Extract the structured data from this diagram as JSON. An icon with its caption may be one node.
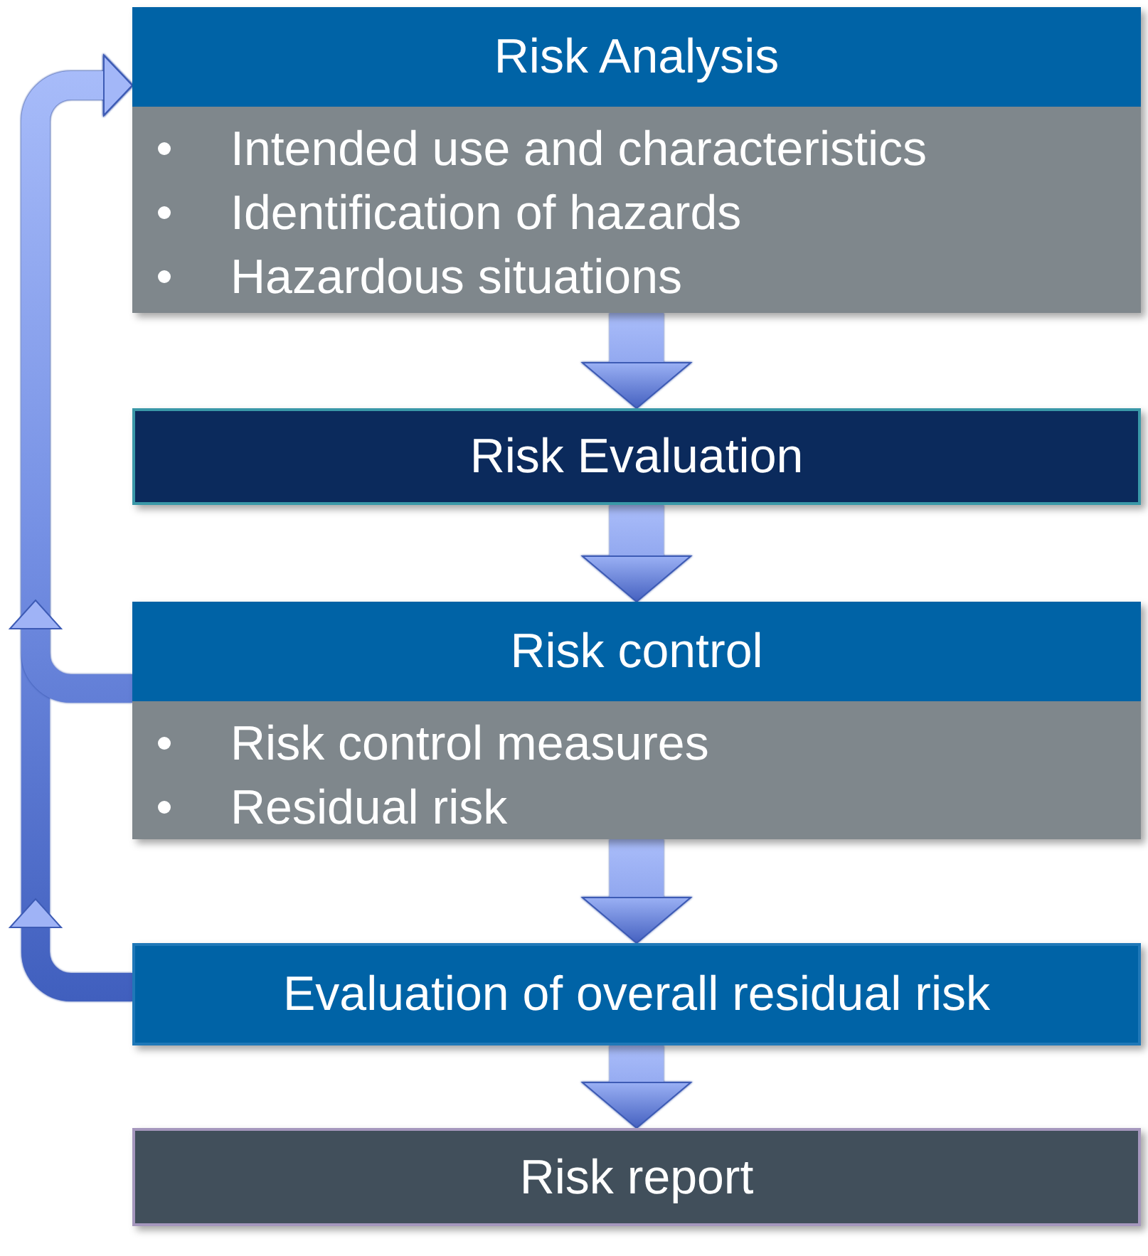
{
  "diagram": {
    "nodes": [
      {
        "text": [
          "Risk Analysis",
          "Intended use and characteristics",
          "Identification of hazards",
          "Hazardous situations"
        ]
      },
      {
        "text": [
          "Risk Evaluation"
        ]
      },
      {
        "text": [
          "Risk control",
          "Risk control measures",
          "Residual risk"
        ]
      },
      {
        "text": [
          "Evaluation of overall residual risk"
        ]
      },
      {
        "text": [
          "Risk report"
        ]
      }
    ],
    "edges": [
      {
        "from": 0,
        "to": 1,
        "arrow": "to"
      },
      {
        "from": 1,
        "to": 2,
        "arrow": "to"
      },
      {
        "from": 2,
        "to": 3,
        "arrow": "to"
      },
      {
        "from": 3,
        "to": 4,
        "arrow": "to"
      },
      {
        "from": 2,
        "to": 0,
        "arrow": "to"
      },
      {
        "from": 3,
        "to": 0,
        "arrow": "to"
      }
    ]
  }
}
